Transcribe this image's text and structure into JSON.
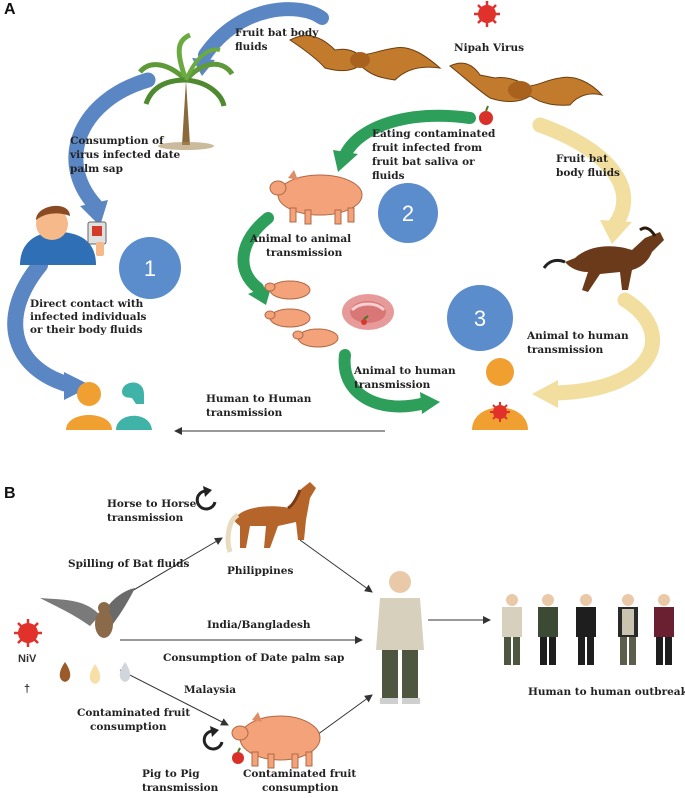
{
  "panel_a": {
    "letter": "A",
    "labels": {
      "fruit_bat_body_fluids_top": [
        "Fruit  bat body",
        "fluids"
      ],
      "nipah_virus": "Nipah Virus",
      "consumption_date_palm": [
        "Consumption  of",
        "virus infected date",
        "palm sap"
      ],
      "eating_contaminated_fruit": [
        "Eating contaminated",
        "fruit infected from",
        "fruit bat saliva or",
        "fluids"
      ],
      "fruit_bat_body_fluids_right": [
        "Fruit  bat",
        "body fluids"
      ],
      "animal_to_animal": [
        "Animal  to animal",
        "transmission"
      ],
      "direct_contact": [
        "Direct contact with",
        "infected individuals",
        "or their body fluids"
      ],
      "animal_to_human_right": [
        "Animal  to human",
        "transmission"
      ],
      "animal_to_human_center": [
        "Animal  to human",
        "transmission"
      ],
      "human_to_human": [
        "Human  to Human",
        "transmission"
      ]
    },
    "circles": [
      "1",
      "2",
      "3"
    ]
  },
  "panel_b": {
    "letter": "B",
    "labels": {
      "horse_to_horse": [
        "Horse to Horse",
        "transmission"
      ],
      "spilling": "Spilling  of Bat fluids",
      "philippines": "Philippines",
      "india_bangladesh": "India/Bangladesh",
      "consumption_date_palm_sap": "Consumption  of Date palm  sap",
      "niv": "NiV",
      "malaysia": "Malaysia",
      "contaminated_fruit_left": [
        "Contaminated  fruit",
        "consumption"
      ],
      "pig_to_pig": [
        "Pig to Pig",
        "transmission"
      ],
      "contaminated_fruit_right": [
        "Contaminated  fruit",
        "consumption"
      ],
      "human_outbreak": "Human  to human outbreak"
    }
  },
  "colors": {
    "blue_arrow": "#5b86c4",
    "green_arrow": "#2e9e5b",
    "yellow_arrow": "#f2dfa0",
    "circle": "#5b8ccc",
    "bat": "#c27a2c",
    "pig": "#f4a27a",
    "person": "#f0a030",
    "teal_person": "#3fb3a8",
    "virus": "#e0312b"
  }
}
